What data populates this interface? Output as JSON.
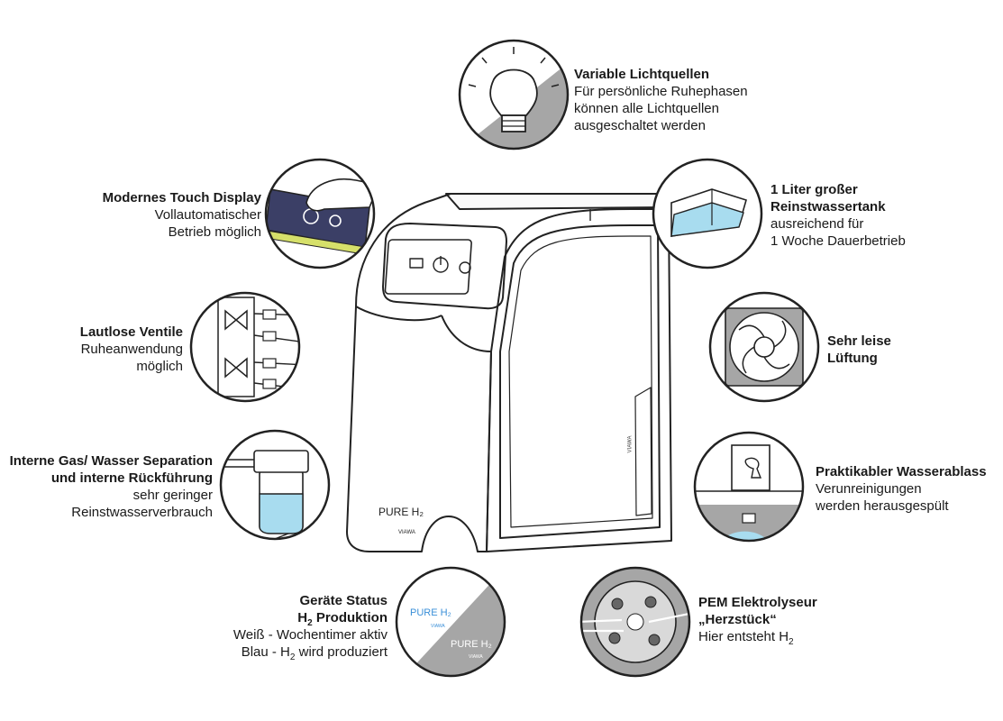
{
  "product": {
    "brand": "PURE H",
    "brand_sub": "2",
    "maker": "VIAWA",
    "side_mark": "VIAWA"
  },
  "features": {
    "light": {
      "title": "Variable Lichtquellen",
      "lines": [
        "Für persönliche Ruhephasen",
        "können alle Lichtquellen",
        "ausgeschaltet werden"
      ]
    },
    "touch": {
      "title": "Modernes Touch Display",
      "lines": [
        "Vollautomatischer",
        "Betrieb möglich"
      ]
    },
    "tank": {
      "title_lines": [
        "1 Liter großer",
        "Reinstwassertank"
      ],
      "lines": [
        "ausreichend für",
        "1 Woche Dauerbetrieb"
      ]
    },
    "valves": {
      "title": "Lautlose Ventile",
      "lines": [
        "Ruheanwendung",
        "möglich"
      ]
    },
    "fan": {
      "title_lines": [
        "Sehr leise",
        "Lüftung"
      ]
    },
    "separation": {
      "title_lines": [
        "Interne Gas/ Wasser Separation",
        "und interne Rückführung"
      ],
      "lines": [
        "sehr geringer",
        "Reinstwasserverbrauch"
      ]
    },
    "drain": {
      "title": "Praktikabler Wasserablass",
      "lines": [
        "Verunreinigungen",
        "werden herausgespült"
      ]
    },
    "status": {
      "title_line1": "Geräte Status",
      "title_line2_pre": "H",
      "title_line2_sub": "2",
      "title_line2_post": " Produktion",
      "line1": "Weiß - Wochentimer aktiv",
      "line2_pre": "Blau - H",
      "line2_sub": "2",
      "line2_post": " wird produziert"
    },
    "pem": {
      "title_lines": [
        "PEM Elektrolyseur",
        "„Herzstück“"
      ],
      "line_pre": "Hier entsteht H",
      "line_sub": "2"
    }
  },
  "colors": {
    "outline": "#222222",
    "grey": "#a6a6a6",
    "water": "#a8dcef",
    "display": "#3b3f66",
    "blue_logo": "#3a8fd8"
  }
}
